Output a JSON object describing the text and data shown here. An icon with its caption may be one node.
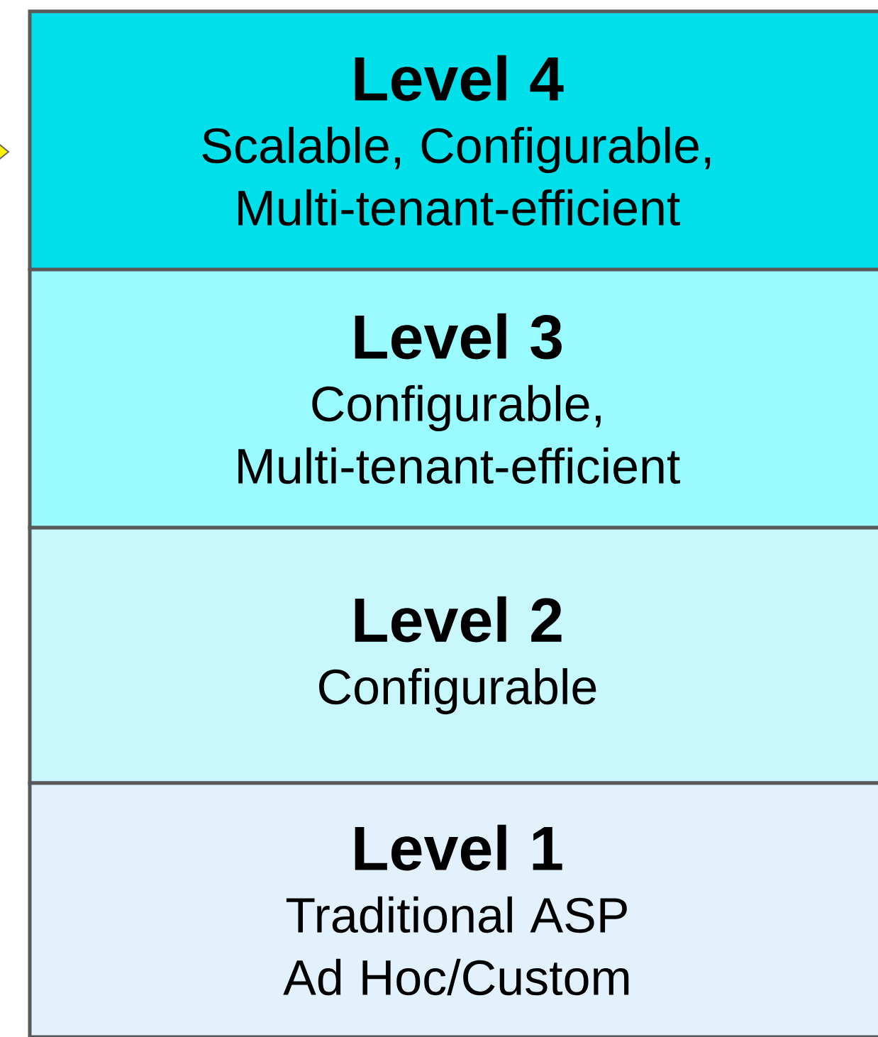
{
  "diagram": {
    "nodes": [
      {
        "text": [
          "Level 4",
          "Scalable, Configurable, Multi-tenant-efficient"
        ]
      },
      {
        "text": [
          "Level 3",
          "Configurable, Multi-tenant-efficient"
        ]
      },
      {
        "text": [
          "Level 2",
          "Configurable"
        ]
      },
      {
        "text": [
          "Level 1",
          "Traditional ASP",
          "Ad Hoc/Custom"
        ]
      }
    ]
  }
}
